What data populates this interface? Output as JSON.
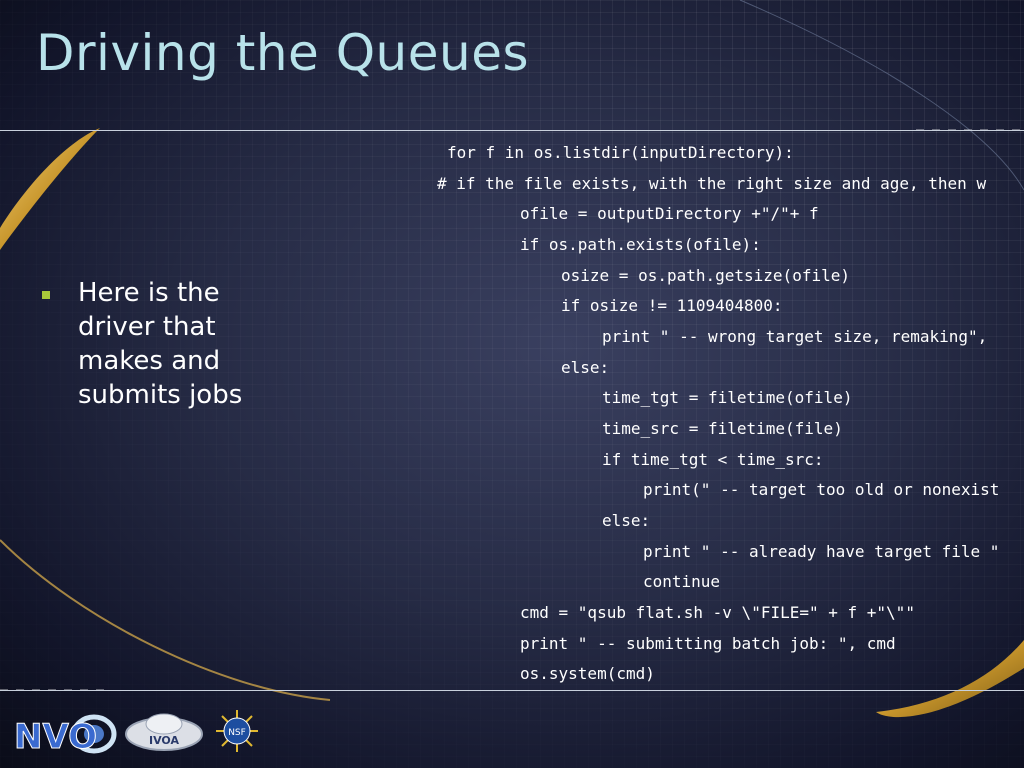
{
  "slide": {
    "title": "Driving the Queues",
    "bullets": [
      "Here is the\ndriver that\nmakes and\nsubmits jobs"
    ],
    "accent_color": "#a8c83a",
    "title_color": "#b8e2ea"
  },
  "code": [
    "for f in os.listdir(inputDirectory):",
    "# if the file exists, with the right size and age, then w",
    "ofile = outputDirectory +\"/\"+ f",
    "if os.path.exists(ofile):",
    "osize = os.path.getsize(ofile)",
    "if osize != 1109404800:",
    "print \" -- wrong target size, remaking\",",
    "else:",
    "time_tgt = filetime(ofile)",
    "time_src = filetime(file)",
    "if time_tgt < time_src:",
    "print(\" -- target too old or nonexist",
    "else:",
    "print \" -- already have target file \"",
    "continue",
    "cmd = \"qsub flat.sh -v \\\"FILE=\" + f +\"\\\"\"",
    "print \" -- submitting batch job: \", cmd",
    "os.system(cmd)"
  ],
  "logos": {
    "nvo_text": "NVO",
    "ivoa_text": "IVOA",
    "nsf_text": "NSF"
  }
}
